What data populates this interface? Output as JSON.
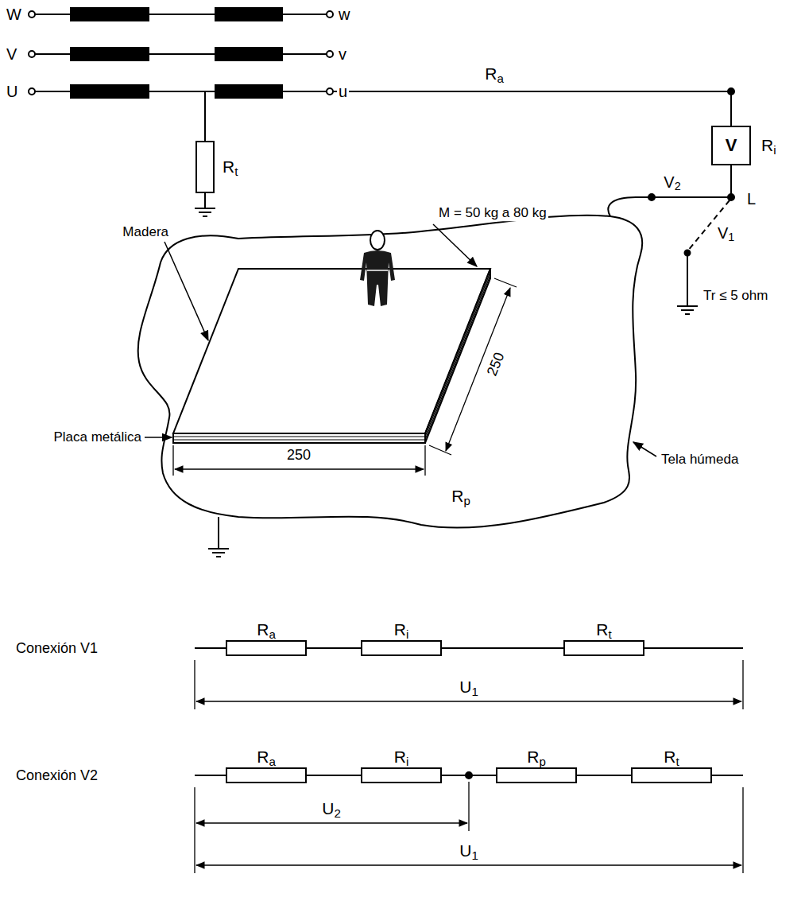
{
  "diagram": {
    "nodes": [
      {
        "text": [
          "V"
        ]
      }
    ],
    "labels": [
      "W",
      "w",
      "V",
      "v",
      "U",
      "u",
      "Ra",
      "Rt",
      "Ri",
      "M = 50 kg a 80 kg",
      "V2",
      "L",
      "V1",
      "Tr ≤ 5 ohm",
      "Madera",
      "250",
      "Placa metálica",
      "Tela húmeda",
      "250",
      "Rp",
      "Conexión V1",
      "Ra",
      "Ri",
      "Rt",
      "U1",
      "Conexión V2",
      "Ra",
      "Ri",
      "Rp",
      "Rt",
      "U2",
      "U1"
    ]
  }
}
